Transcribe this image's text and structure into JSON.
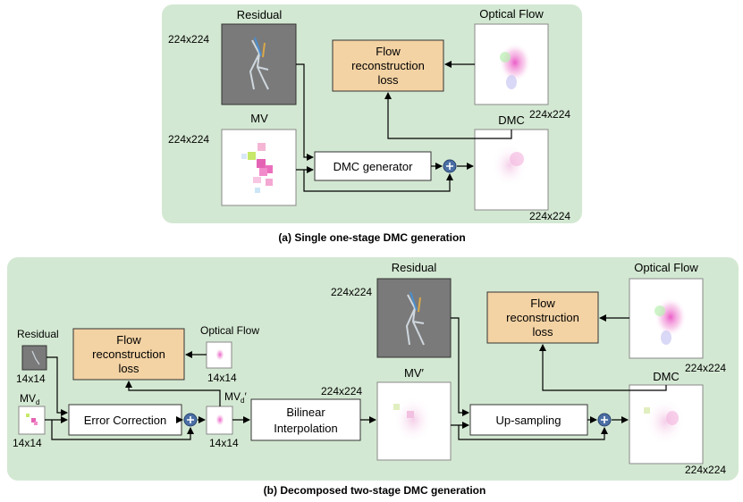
{
  "panel_a": {
    "caption": "(a) Single one-stage DMC generation",
    "residual_label": "Residual",
    "residual_size": "224x224",
    "mv_label": "MV",
    "mv_size": "224x224",
    "optical_flow_label": "Optical Flow",
    "optical_flow_size": "224x224",
    "dmc_label": "DMC",
    "dmc_size": "224x224",
    "loss_line1": "Flow",
    "loss_line2": "reconstruction",
    "loss_line3": "loss",
    "generator_label": "DMC generator"
  },
  "panel_b": {
    "caption": "(b) Decomposed two-stage DMC generation",
    "residual_small_label": "Residual",
    "residual_small_size": "14x14",
    "mvd_label": "MV",
    "mvd_sub": "d",
    "mvd_size": "14x14",
    "loss_small_line1": "Flow",
    "loss_small_line2": "reconstruction",
    "loss_small_line3": "loss",
    "optical_flow_small_label": "Optical Flow",
    "optical_flow_small_size": "14x14",
    "error_correction_label": "Error Correction",
    "mvd_prime_label": "MV",
    "mvd_prime_sub": "d",
    "mvd_prime_mark": "′",
    "mvd_prime_size": "14x14",
    "bilinear_line1": "Bilinear",
    "bilinear_line2": "Interpolation",
    "mv_prime_label": "MV′",
    "mv_prime_size": "224x224",
    "residual_big_label": "Residual",
    "residual_big_size": "224x224",
    "upsampling_label": "Up-sampling",
    "loss_big_line1": "Flow",
    "loss_big_line2": "reconstruction",
    "loss_big_line3": "loss",
    "optical_flow_big_label": "Optical Flow",
    "optical_flow_big_size": "224x224",
    "dmc_label": "DMC",
    "dmc_size": "224x224"
  },
  "colors": {
    "panel_bg": "#d3e8d2",
    "loss_box": "#f3d2a3",
    "adder": "#4a6fa5",
    "residual_img": "#7a7a7a"
  }
}
